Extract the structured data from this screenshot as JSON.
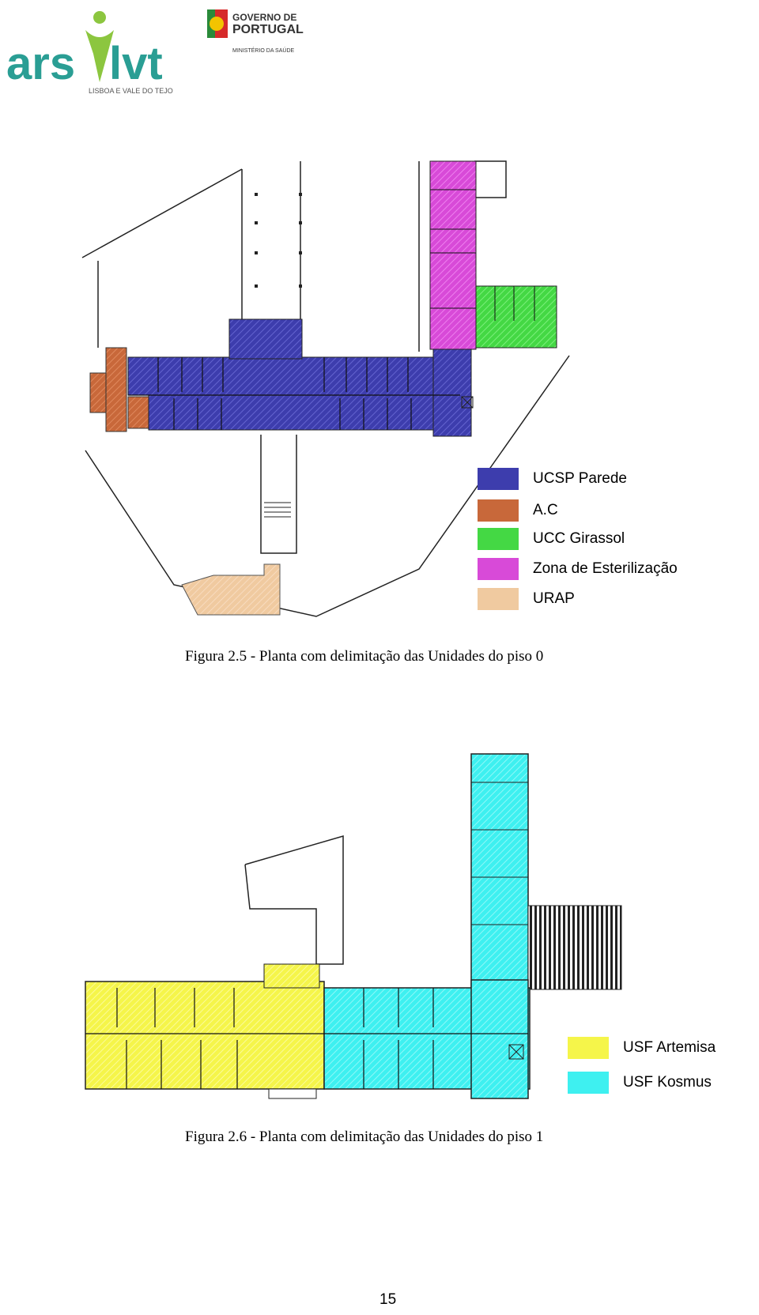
{
  "header": {
    "ars_logo_main": "arslvt",
    "ars_logo_sub": "LISBOA E VALE DO TEJO",
    "gov_logo_line1": "GOVERNO DE",
    "gov_logo_line2": "PORTUGAL",
    "gov_logo_line3": "MINISTÉRIO DA SAÚDE"
  },
  "figure1": {
    "caption": "Figura 2.5 - Planta com delimitação das Unidades do piso 0",
    "legend": [
      {
        "label": "UCSP Parede",
        "color": "#3d3dad"
      },
      {
        "label": "A.C",
        "color": "#c8683a"
      },
      {
        "label": "UCC Girassol",
        "color": "#44d844"
      },
      {
        "label": "Zona de Esterilização",
        "color": "#d84ad8"
      },
      {
        "label": "URAP",
        "color": "#f0caa0"
      }
    ]
  },
  "figure2": {
    "caption": "Figura 2.6 - Planta com delimitação das Unidades do piso 1",
    "legend": [
      {
        "label": "USF Artemisa",
        "color": "#f5f54a"
      },
      {
        "label": "USF Kosmus",
        "color": "#3ef0f0"
      }
    ]
  },
  "footer": {
    "page_number": "15"
  }
}
